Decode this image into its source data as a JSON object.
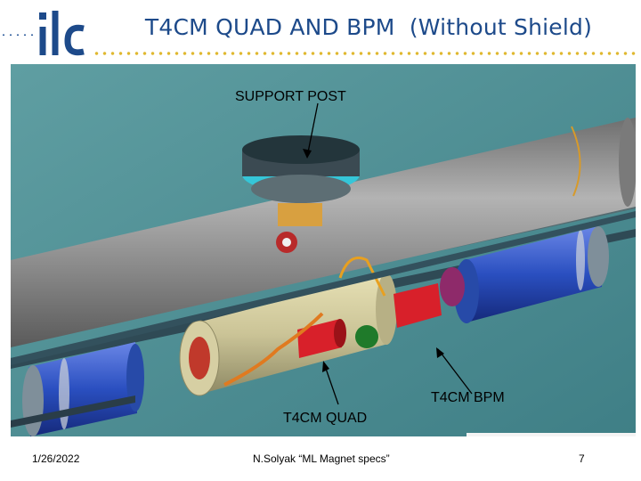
{
  "slide": {
    "title": "T4CM QUAD AND BPM  (Without Shield)",
    "logo_text": "ilc",
    "labels": {
      "support_post": "SUPPORT POST",
      "t4cm_quad": "T4CM QUAD",
      "t4cm_bpm": "T4CM BPM"
    },
    "footer": {
      "date": "1/26/2022",
      "author": "N.Solyak “ML Magnet specs”",
      "page": "7"
    }
  },
  "colors": {
    "title": "#1d4a8a",
    "background_scene": "#4f8f94",
    "pipe": "#8b8b8b",
    "quad_body": "#c9c394",
    "blue_magnet": "#2a4fc0",
    "support_cyan": "#35c6d8",
    "red_component": "#d8202a"
  }
}
